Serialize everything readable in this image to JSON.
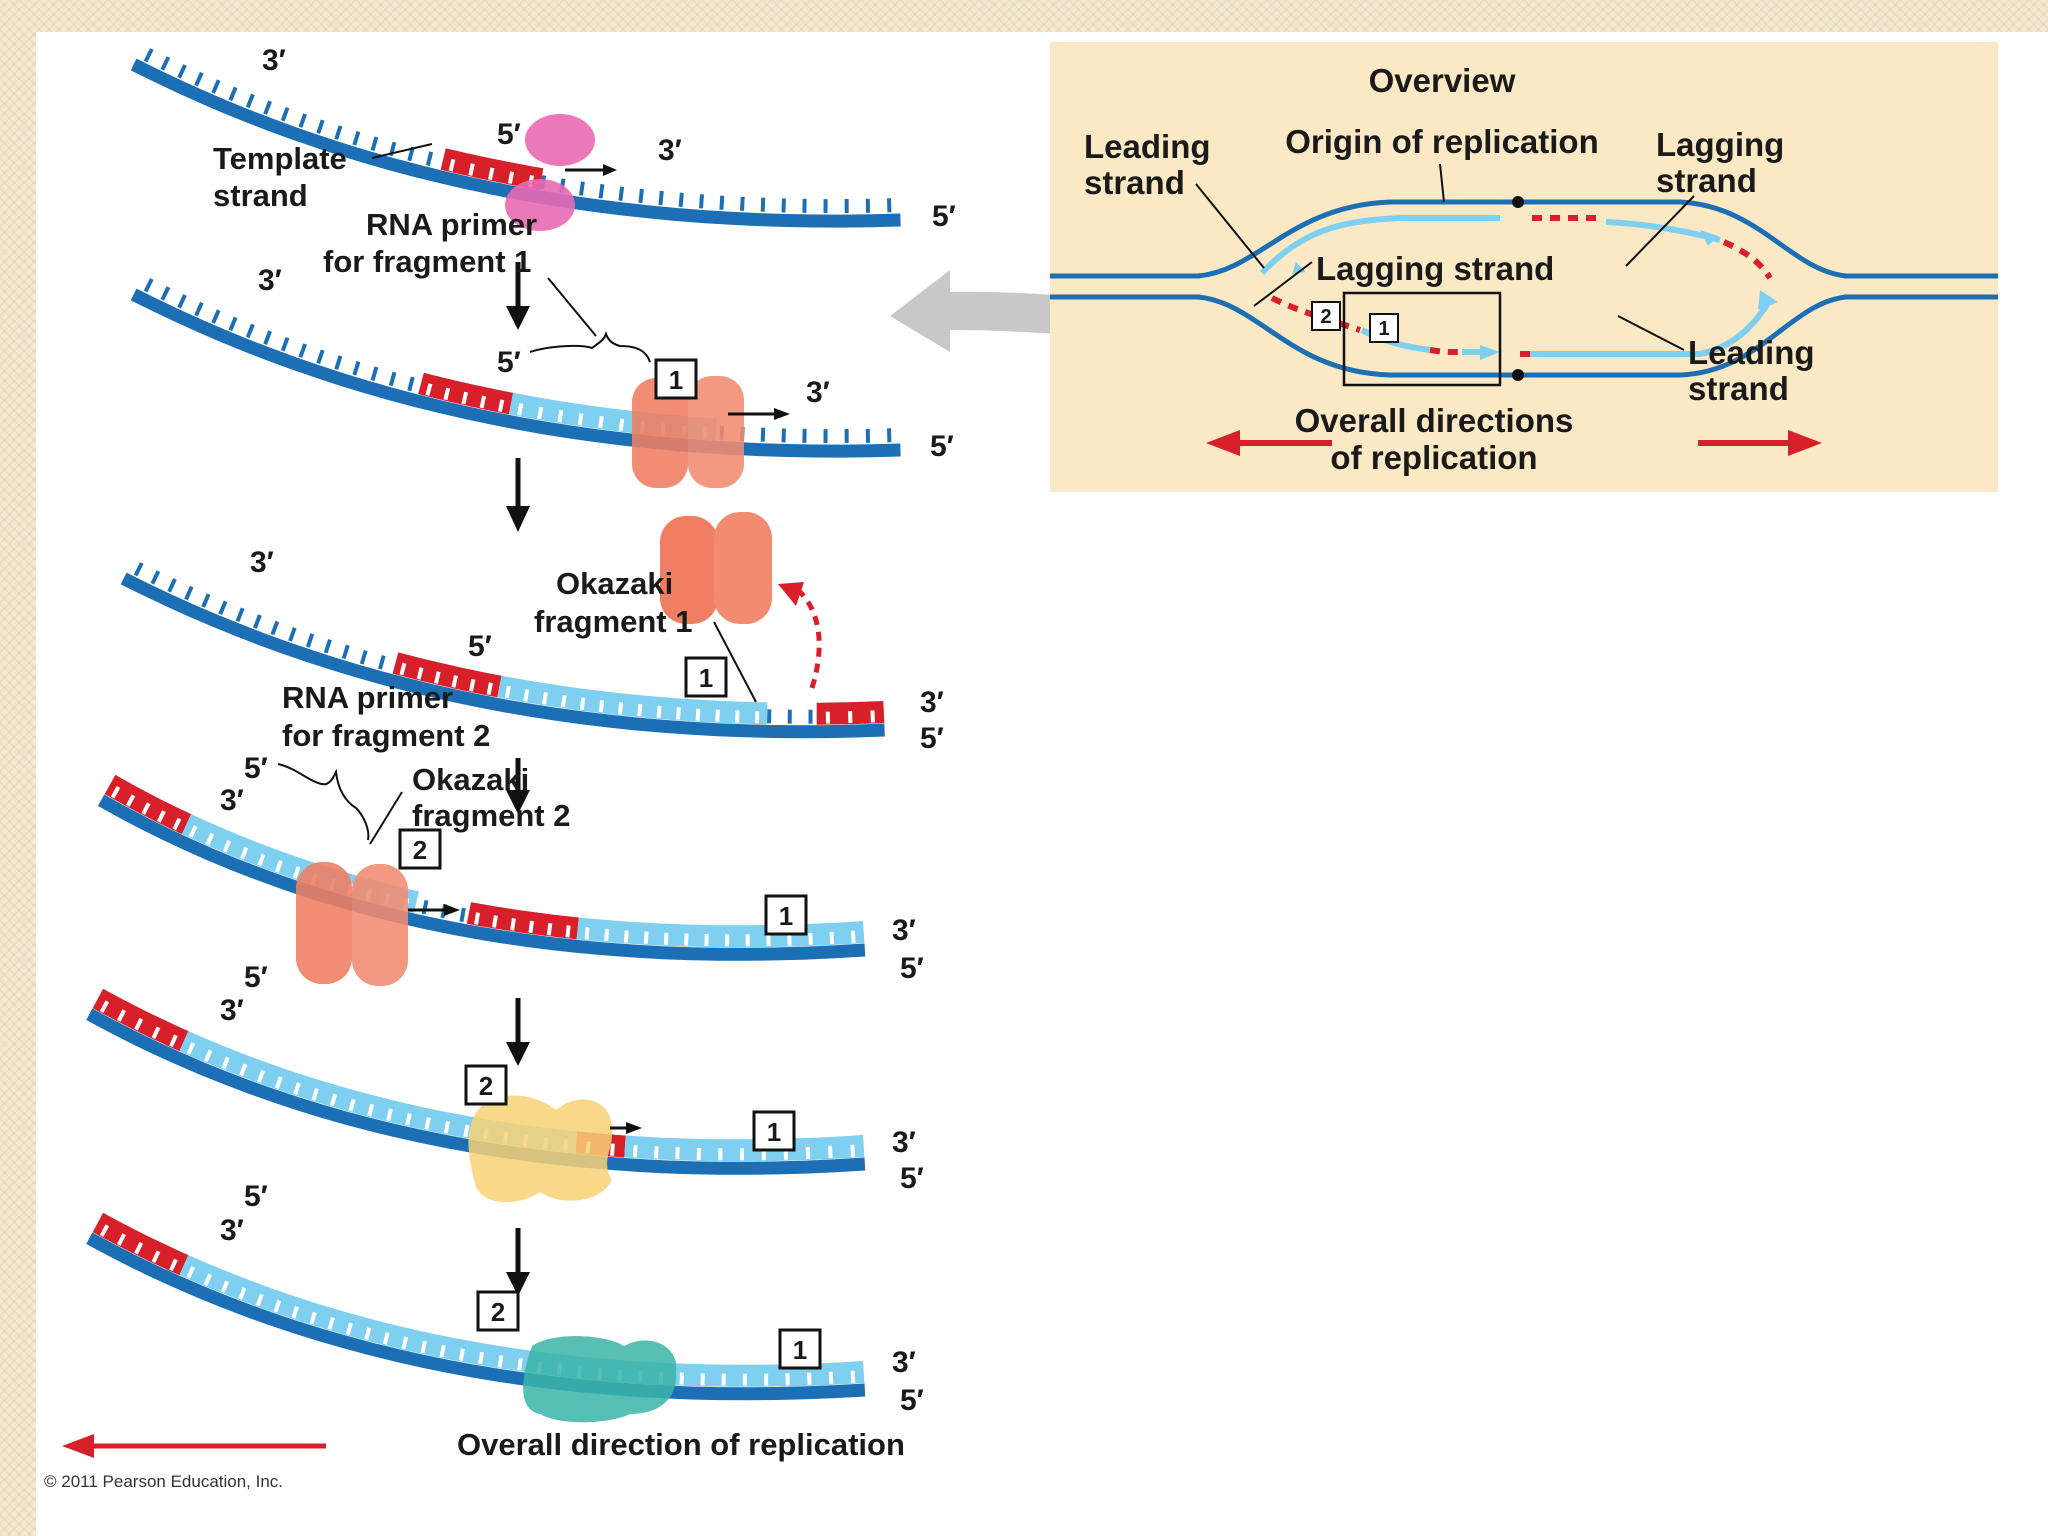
{
  "stages": {
    "s1": {
      "end_top": "3′",
      "end_mid5": "5′",
      "end_mid3": "3′",
      "end_right": "5′",
      "template_strand": [
        "Template",
        "strand"
      ],
      "rna_primer_1": [
        "RNA primer",
        "for fragment 1"
      ]
    },
    "s2": {
      "end_top": "3′",
      "end_mid5": "5′",
      "end_mid3": "3′",
      "end_right": "5′",
      "box": "1"
    },
    "s3": {
      "end_top": "3′",
      "end_mid5": "5′",
      "end_right3": "3′",
      "end_right5": "5′",
      "okazaki_1": [
        "Okazaki",
        "fragment 1"
      ],
      "box": "1",
      "rna_primer_2": [
        "RNA primer",
        "for fragment 2"
      ]
    },
    "s4": {
      "end_left5": "5′",
      "end_left3": "3′",
      "end_right3": "3′",
      "end_right5": "5′",
      "okazaki_2": [
        "Okazaki",
        "fragment 2"
      ],
      "box2": "2",
      "box1": "1"
    },
    "s5": {
      "end_left5": "5′",
      "end_left3": "3′",
      "end_right3": "3′",
      "end_right5": "5′",
      "box2": "2",
      "box1": "1"
    },
    "s6": {
      "end_left5": "5′",
      "end_left3": "3′",
      "end_right3": "3′",
      "end_right5": "5′",
      "box2": "2",
      "box1": "1"
    }
  },
  "overall_direction": "Overall direction of replication",
  "copyright": "© 2011 Pearson Education, Inc.",
  "overview": {
    "title": "Overview",
    "origin": "Origin of replication",
    "leading_left": [
      "Leading",
      "strand"
    ],
    "lagging_right": [
      "Lagging",
      "strand"
    ],
    "lagging_center": "Lagging strand",
    "leading_right": [
      "Leading",
      "strand"
    ],
    "box2": "2",
    "box1": "1",
    "overall_directions": [
      "Overall directions",
      "of replication"
    ]
  },
  "colors": {
    "template_dark_blue": "#1d6fb5",
    "new_strand_light_blue": "#7fd0f0",
    "rna_primer_red": "#d8202a",
    "primase_pink": "#e86ab4",
    "dna_pol_iii_orange": "#f07e62",
    "dna_pol_i_yellow": "#f7d276",
    "dna_ligase_teal": "#3bb4a8",
    "arrow_red": "#d8202a",
    "overview_panel": "#fbe8c4"
  }
}
